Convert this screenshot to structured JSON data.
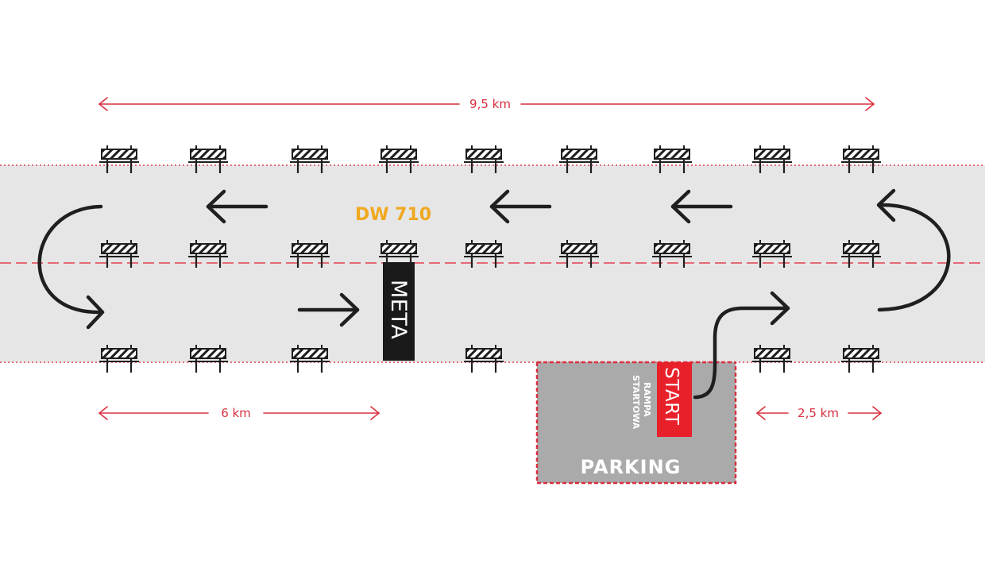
{
  "road": {
    "name": "DW 710",
    "colors": {
      "road_fill": "#e6e6e6",
      "edge_line": "#e04050",
      "center_line": "#e04050",
      "arrow": "#1f1f1f",
      "barrier_stripe": "#1f1f1f",
      "label_orange": "#f0a820",
      "dimension": "#d83040"
    }
  },
  "dimensions": {
    "total": "9,5 km",
    "left": "6 km",
    "right": "2,5 km"
  },
  "finish": {
    "label": "META",
    "color": "#1a1a1a"
  },
  "start": {
    "label": "START",
    "ramp_label_line1": "RAMPA",
    "ramp_label_line2": "STARTOWA",
    "color": "#e8202a"
  },
  "parking": {
    "label": "PARKING",
    "fill": "#aaaaab",
    "border": "#d83040"
  },
  "icons": {
    "barrier": "road-barrier-icon",
    "direction_arrow": "arrow-icon",
    "u_turn": "u-turn-arrow-icon"
  }
}
